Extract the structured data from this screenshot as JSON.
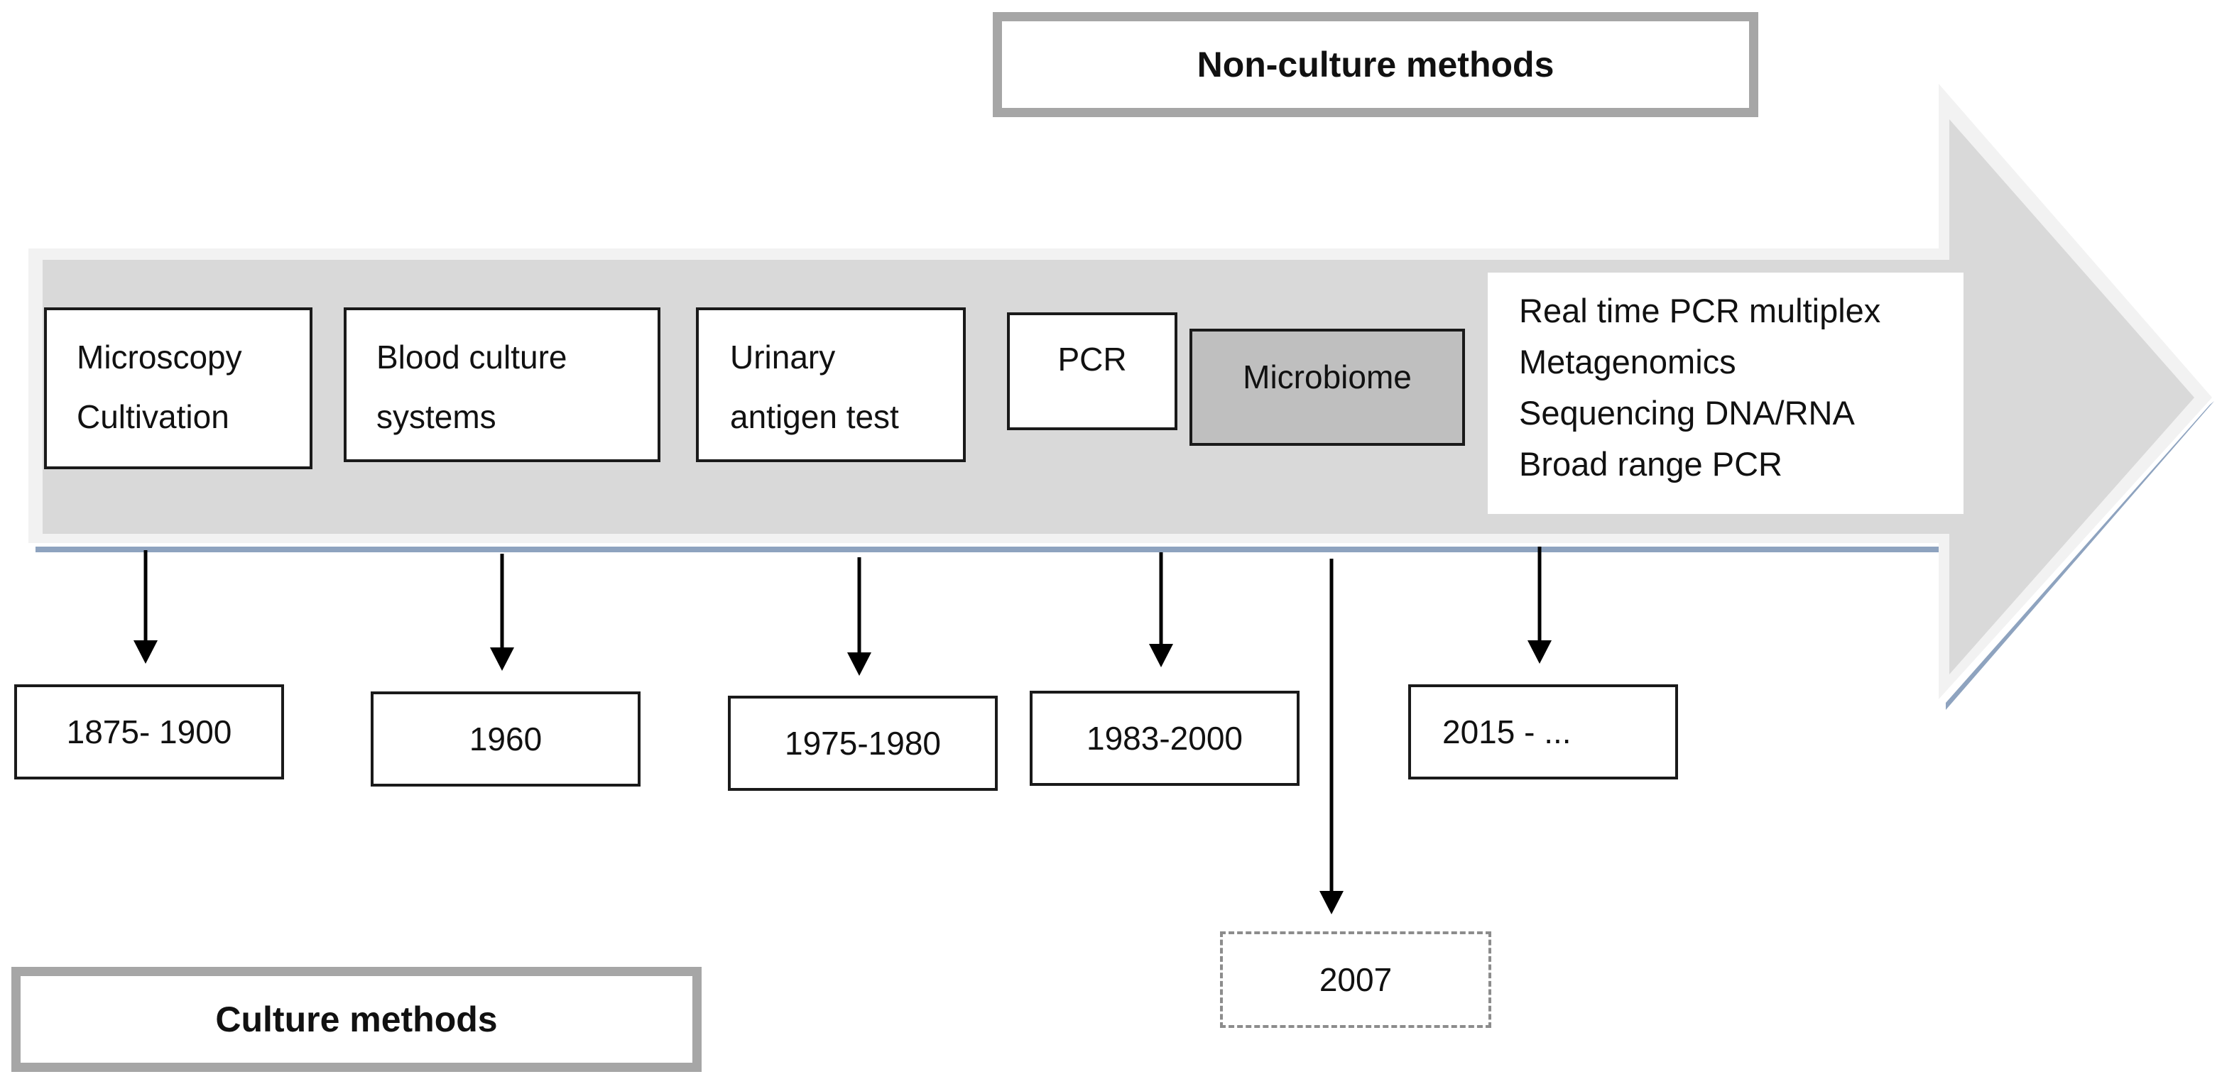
{
  "categories": {
    "non_culture": "Non-culture methods",
    "culture": "Culture methods"
  },
  "methods": [
    {
      "lines": [
        "Microscopy",
        "Cultivation"
      ]
    },
    {
      "lines": [
        "Blood culture",
        "systems"
      ]
    },
    {
      "lines": [
        "Urinary",
        "antigen test"
      ]
    },
    {
      "lines": [
        "PCR"
      ]
    },
    {
      "lines": [
        "Microbiome"
      ]
    },
    {
      "lines": [
        "Real time PCR multiplex",
        "Metagenomics",
        "Sequencing DNA/RNA",
        "Broad range PCR"
      ]
    }
  ],
  "years": [
    "1875- 1900",
    "1960",
    "1975-1980",
    "1983-2000",
    "2007",
    "2015 - ..."
  ],
  "colors": {
    "arrow_fill": "#d9d9d9",
    "arrow_highlight": "#f2f2f2",
    "arrow_edge": "#8ea3bf",
    "highlight_box": "#bfbfbf",
    "category_border": "#a6a6a6",
    "outline": "#1a1a1a",
    "dashed_outline": "#8c8c8c"
  }
}
